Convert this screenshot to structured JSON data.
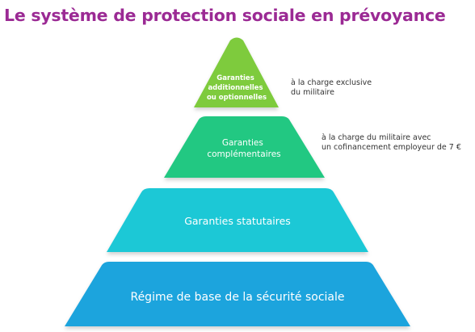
{
  "title": "Le système de protection sociale en prévoyance",
  "colors": {
    "title": "#9b2a94",
    "tier_top": "#7ecb3c",
    "tier_second": "#23c882",
    "tier_third": "#1fc8d6",
    "tier_base": "#1ea4dd"
  },
  "tiers": [
    {
      "id": "top",
      "lines": [
        "Garanties",
        "additionnelles",
        "ou optionnelles"
      ]
    },
    {
      "id": "second",
      "lines": [
        "Garanties",
        "complémentaires"
      ]
    },
    {
      "id": "third",
      "lines": [
        "Garanties statutaires"
      ]
    },
    {
      "id": "base",
      "lines": [
        "Régime de base de la sécurité sociale"
      ]
    }
  ],
  "notes": {
    "top": [
      "à la charge exclusive",
      "du militaire"
    ],
    "mid": [
      "à la charge du militaire avec",
      "un cofinancement employeur de 7 €"
    ]
  }
}
